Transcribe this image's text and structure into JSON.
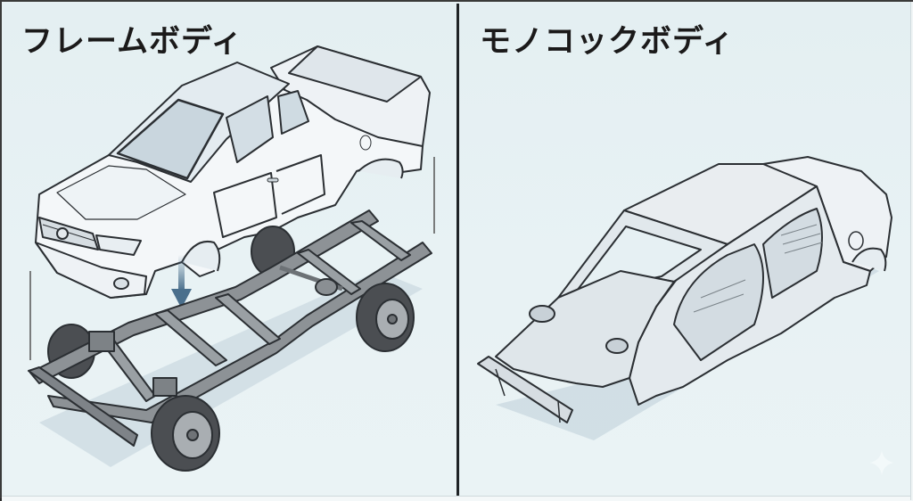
{
  "panels": {
    "left": {
      "title": "フレームボディ",
      "illustration": "pickup truck body lifted above ladder frame chassis",
      "arrow_icon": "arrow-down-icon"
    },
    "right": {
      "title": "モノコックボディ",
      "illustration": "sedan unibody shell (body-in-white)"
    }
  },
  "watermark": {
    "icon": "sparkle-icon"
  },
  "colors": {
    "background": "#e6f0f3",
    "divider": "#1f2326",
    "title_text": "#1b1a1a",
    "arrow": "#4a6f8c",
    "body_fill": "#f3f6f8",
    "frame_fill": "#8d9296",
    "tire_fill": "#4b4e52",
    "shadow": "#c9d8df"
  }
}
